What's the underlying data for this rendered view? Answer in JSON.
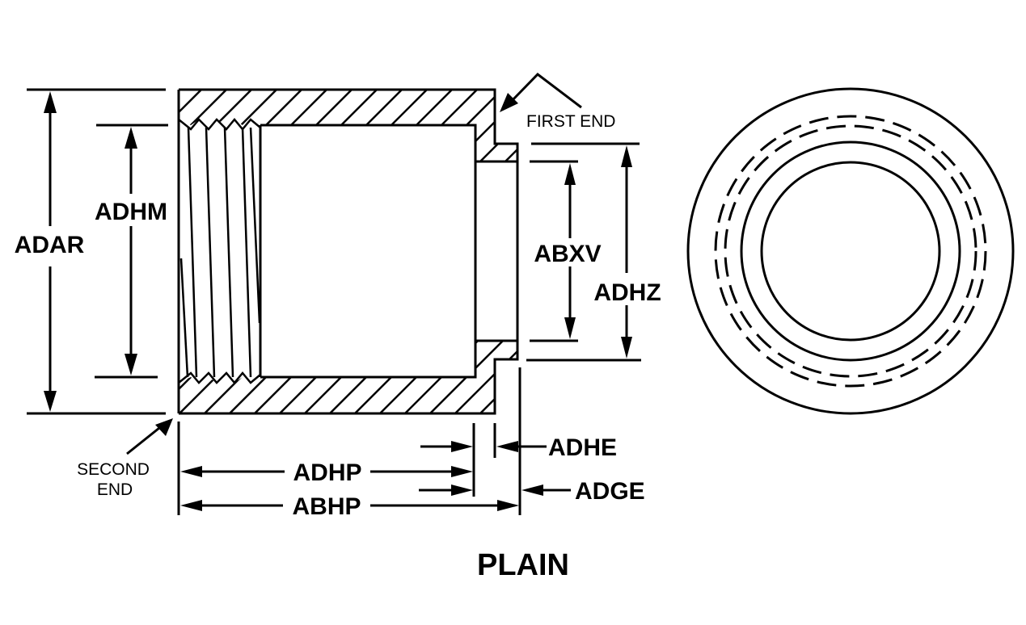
{
  "drawing": {
    "title": "PLAIN",
    "callouts": {
      "first_end": "FIRST END",
      "second_end_line1": "SECOND",
      "second_end_line2": "END"
    },
    "dimensions": {
      "adar": "ADAR",
      "adhm": "ADHM",
      "abxv": "ABXV",
      "adhz": "ADHZ",
      "adhe": "ADHE",
      "adge": "ADGE",
      "adhp": "ADHP",
      "abhp": "ABHP"
    },
    "views": [
      "side-section-view",
      "end-view"
    ],
    "colors": {
      "line": "#000000",
      "background": "#ffffff"
    }
  }
}
